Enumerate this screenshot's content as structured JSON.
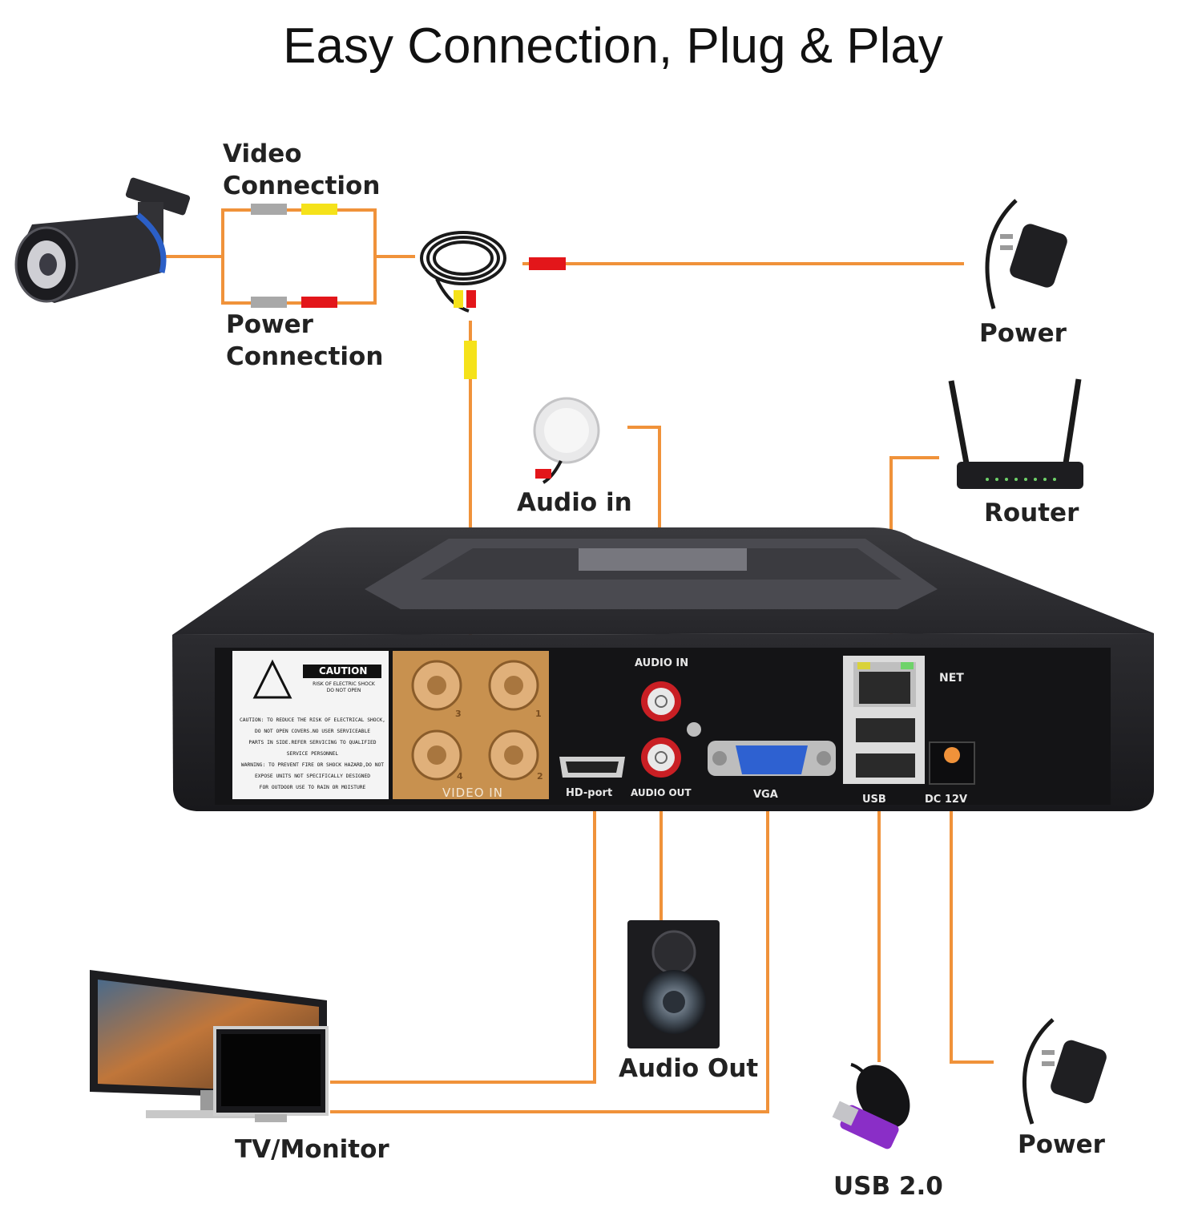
{
  "title": "Easy Connection, Plug & Play",
  "labels": {
    "video_connection": [
      "Video",
      "Connection"
    ],
    "power_connection": [
      "Power",
      "Connection"
    ],
    "power_top": "Power",
    "audio_in": "Audio in",
    "router": "Router",
    "audio_out": "Audio Out",
    "tv_monitor": "TV/Monitor",
    "usb": "USB 2.0",
    "power_bottom": "Power"
  },
  "dvr_panel": {
    "audio_in": "AUDIO IN",
    "net": "NET",
    "caution": "CAUTION",
    "caution_sub": [
      "RISK OF ELECTRIC SHOCK",
      "DO NOT OPEN"
    ],
    "caution_text": [
      "CAUTION: TO REDUCE THE RISK OF ELECTRICAL SHOCK,",
      "DO NOT OPEN COVERS.NO USER SERVICEABLE",
      "PARTS IN SIDE.REFER SERVICING TO QUALIFIED",
      "SERVICE PERSONNEL",
      "WARNING: TO PREVENT FIRE OR SHOCK HAZARD,DO NOT",
      "EXPOSE UNITS NOT SPECIFICALLY DESIGNED",
      "FOR OUTDOOR USE TO RAIN OR MOISTURE"
    ],
    "video_in": "VIDEO IN",
    "channels": [
      "3",
      "1",
      "4",
      "2"
    ],
    "hd_port": "HD-port",
    "audio_out": "AUDIO OUT",
    "vga": "VGA",
    "usb": "USB",
    "dc12v": "DC 12V"
  },
  "colors": {
    "wire": "#f0923a",
    "yellow": "#f5e21a",
    "red": "#e3161a",
    "gray": "#a8a8a8",
    "bnc": "#c8914f"
  }
}
